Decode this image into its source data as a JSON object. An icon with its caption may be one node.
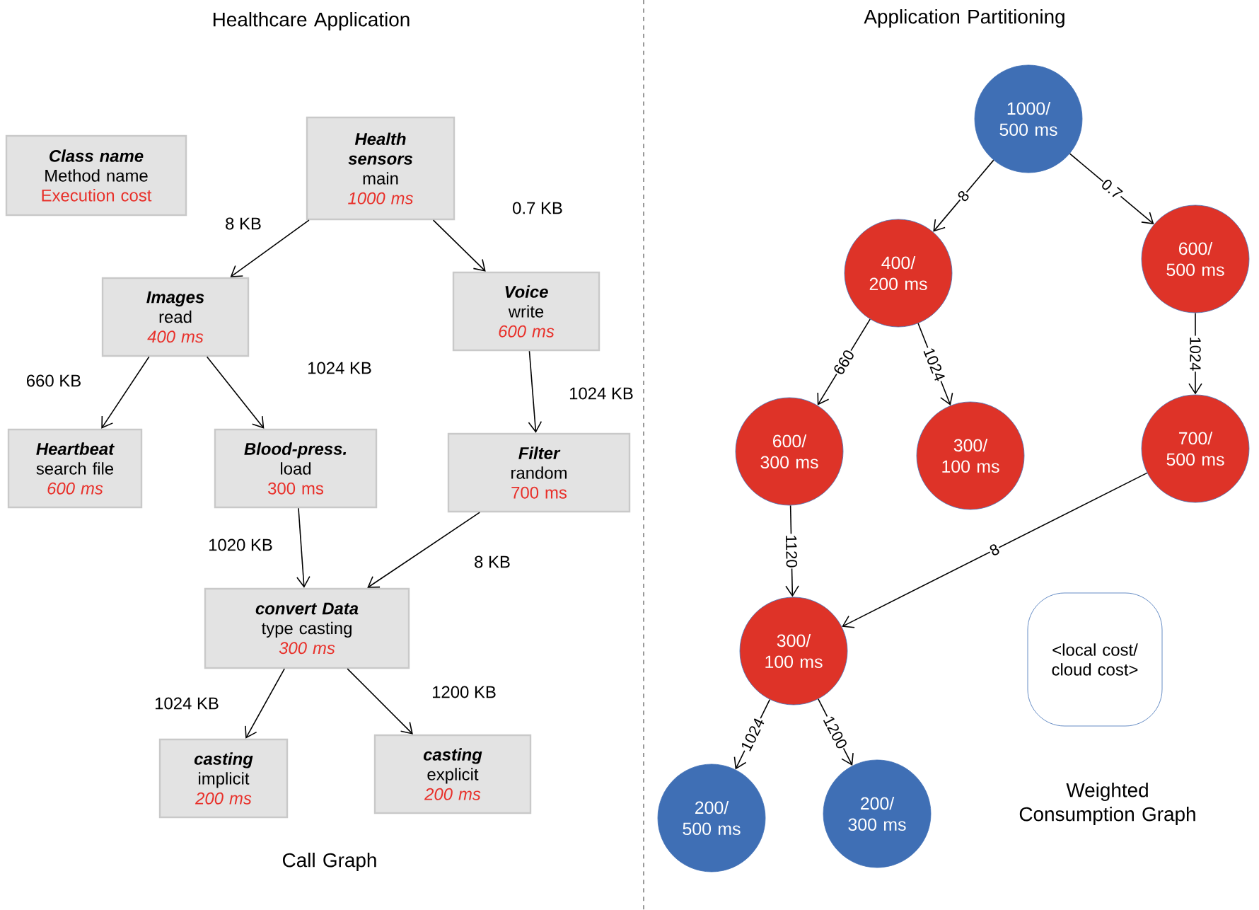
{
  "diagram": {
    "nodes": [
      {
        "text": [
          "Class name",
          "Method name",
          "Execution cost"
        ]
      },
      {
        "text": [
          "Health sensors",
          "main",
          "1000 ms"
        ]
      },
      {
        "text": [
          "Images",
          "read",
          "400 ms"
        ]
      },
      {
        "text": [
          "Voice",
          "write",
          "600 ms"
        ]
      },
      {
        "text": [
          "Heartbeat",
          "search file",
          "600 ms"
        ]
      },
      {
        "text": [
          "Blood-press.",
          "load",
          "300 ms"
        ]
      },
      {
        "text": [
          "Filter",
          "random",
          "700 ms"
        ]
      },
      {
        "text": [
          "convert Data",
          "type casting",
          "300 ms"
        ]
      },
      {
        "text": [
          "casting",
          "implicit",
          "200 ms"
        ]
      },
      {
        "text": [
          "casting",
          "explicit",
          "200 ms"
        ]
      },
      {
        "text": [
          "1000/ 500 ms"
        ]
      },
      {
        "text": [
          "400/ 200 ms"
        ]
      },
      {
        "text": [
          "600/ 500 ms"
        ]
      },
      {
        "text": [
          "600/ 300 ms"
        ]
      },
      {
        "text": [
          "300/ 100 ms"
        ]
      },
      {
        "text": [
          "700/ 500 ms"
        ]
      },
      {
        "text": [
          "300/ 100 ms"
        ]
      },
      {
        "text": [
          "<local cost/ cloud cost>"
        ]
      },
      {
        "text": [
          "200/ 500 ms"
        ]
      },
      {
        "text": [
          "200/ 300 ms"
        ]
      }
    ],
    "edges": [
      {
        "from": 1,
        "to": 2,
        "arrow": "to",
        "label": "8 KB"
      },
      {
        "from": 1,
        "to": 3,
        "arrow": "to",
        "label": "0.7 KB"
      },
      {
        "from": 2,
        "to": 4,
        "arrow": "to",
        "label": "660 KB"
      },
      {
        "from": 2,
        "to": 5,
        "arrow": "to",
        "label": "1024 KB"
      },
      {
        "from": 3,
        "to": 6,
        "arrow": "to",
        "label": "1024 KB"
      },
      {
        "from": 5,
        "to": 7,
        "arrow": "to",
        "label": "1020 KB"
      },
      {
        "from": 6,
        "to": 7,
        "arrow": "to",
        "label": "8 KB"
      },
      {
        "from": 7,
        "to": 8,
        "arrow": "to",
        "label": "1024 KB"
      },
      {
        "from": 7,
        "to": 9,
        "arrow": "to",
        "label": "1200 KB"
      },
      {
        "from": 10,
        "to": 11,
        "arrow": "to",
        "label": "8"
      },
      {
        "from": 10,
        "to": 12,
        "arrow": "to",
        "label": "0.7"
      },
      {
        "from": 11,
        "to": 13,
        "arrow": "to",
        "label": "660"
      },
      {
        "from": 11,
        "to": 14,
        "arrow": "to",
        "label": "1024"
      },
      {
        "from": 12,
        "to": 15,
        "arrow": "to",
        "label": "1024"
      },
      {
        "from": 13,
        "to": 16,
        "arrow": "to",
        "label": "1120"
      },
      {
        "from": 15,
        "to": 16,
        "arrow": "to",
        "label": "8"
      },
      {
        "from": 16,
        "to": 18,
        "arrow": "to",
        "label": "1024"
      },
      {
        "from": 16,
        "to": 19,
        "arrow": "to",
        "label": "1200"
      }
    ],
    "labels": [
      "Healthcare Application",
      "Application Partitioning",
      "Call Graph",
      "Weighted Consumption Graph"
    ]
  }
}
